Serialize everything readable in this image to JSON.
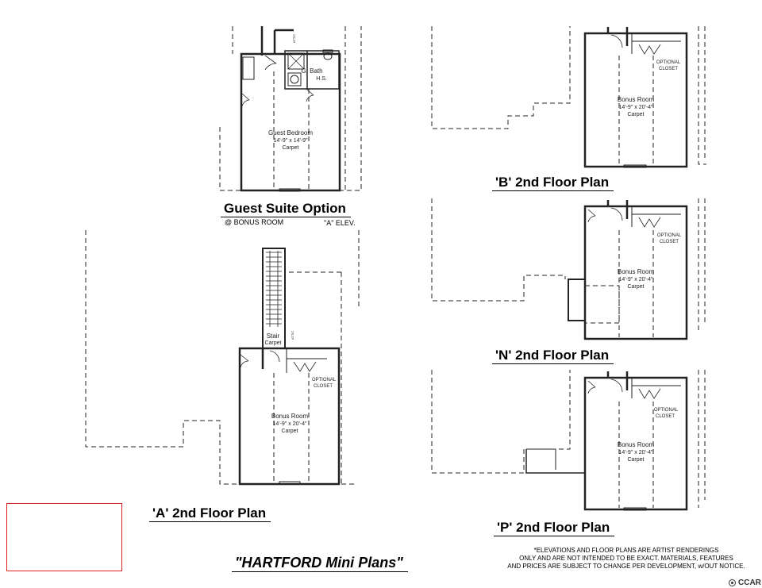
{
  "plans": {
    "guest_suite": {
      "title": "Guest Suite Option",
      "sub_left": "@ BONUS ROOM",
      "sub_right": "\"A\" ELEV.",
      "bath_label": "G. Bath",
      "bath_sub": "H.S.",
      "room_name": "Guest Bedroom",
      "room_dims": "14'-9\" x 14'-9\"",
      "room_floor": "Carpet",
      "attic_label": "ATTIC"
    },
    "plan_a": {
      "title": "'A' 2nd Floor Plan",
      "stair_label": "Stair",
      "stair_floor": "Carpet",
      "attic_label": "ATTIC",
      "closet_line1": "OPTIONAL",
      "closet_line2": "CLOSET",
      "room_name": "Bonus Room",
      "room_dims": "14'-9\" x 20'-4\"",
      "room_floor": "Carpet"
    },
    "plan_b": {
      "title": "'B' 2nd Floor Plan",
      "closet_line1": "OPTIONAL",
      "closet_line2": "CLOSET",
      "room_name": "Bonus Room",
      "room_dims": "14'-9\" x 20'-4\"",
      "room_floor": "Carpet"
    },
    "plan_n": {
      "title": "'N' 2nd Floor Plan",
      "closet_line1": "OPTIONAL",
      "closet_line2": "CLOSET",
      "room_name": "Bonus Room",
      "room_dims": "14'-9\" x 20'-4\"",
      "room_floor": "Carpet"
    },
    "plan_p": {
      "title": "'P' 2nd Floor Plan",
      "closet_line1": "OPTIONAL",
      "closet_line2": "CLOSET",
      "room_name": "Bonus Room",
      "room_dims": "14'-9\" x 20'-4\"",
      "room_floor": "Carpet"
    }
  },
  "footer": {
    "main_title": "\"HARTFORD Mini Plans\"",
    "notice_lines": [
      "*ELEVATIONS AND FLOOR PLANS ARE ARTIST RENDERINGS",
      "ONLY AND ARE NOT INTENDED TO BE EXACT. MATERIALS, FEATURES",
      "AND PRICES ARE SUBJECT TO CHANGE PER DEVELOPMENT, w/OUT NOTICE."
    ],
    "logo_text": "CCAR"
  },
  "colors": {
    "line": "#222222",
    "dashed": "#444444",
    "redbox": "#dd2222"
  }
}
